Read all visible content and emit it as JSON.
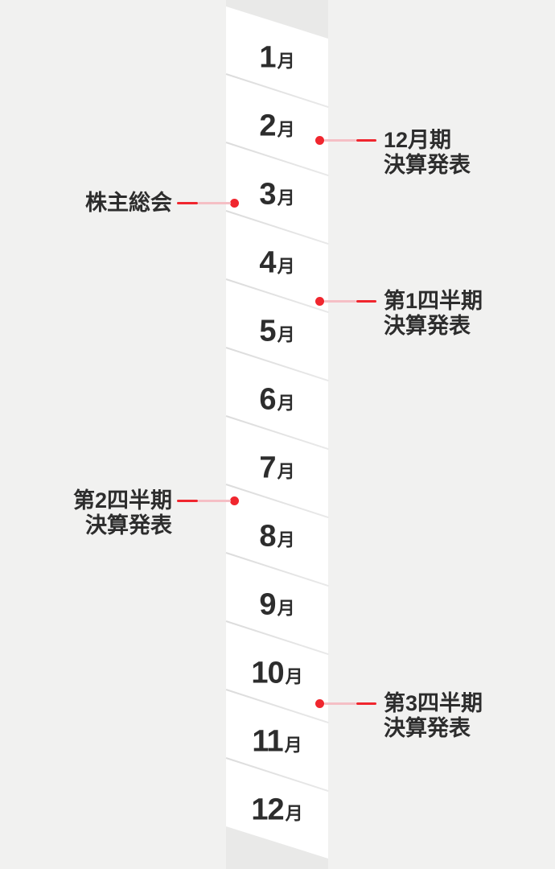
{
  "colors": {
    "bg": "#f1f1f0",
    "band": "#ffffff",
    "cap": "#e9e9e8",
    "divider": "#dcdcdc",
    "red": "#f0262e",
    "pink": "#f5bfc5",
    "text": "#2d2d2d"
  },
  "timeline": {
    "unit": "月",
    "months": [
      {
        "num": "1",
        "unit": "月"
      },
      {
        "num": "2",
        "unit": "月"
      },
      {
        "num": "3",
        "unit": "月"
      },
      {
        "num": "4",
        "unit": "月"
      },
      {
        "num": "5",
        "unit": "月"
      },
      {
        "num": "6",
        "unit": "月"
      },
      {
        "num": "7",
        "unit": "月"
      },
      {
        "num": "8",
        "unit": "月"
      },
      {
        "num": "9",
        "unit": "月"
      },
      {
        "num": "10",
        "unit": "月"
      },
      {
        "num": "11",
        "unit": "月"
      },
      {
        "num": "12",
        "unit": "月"
      }
    ]
  },
  "events": [
    {
      "line1": "12月期",
      "line2": "決算発表"
    },
    {
      "line1": "株主総会"
    },
    {
      "line1": "第1四半期",
      "line2": "決算発表"
    },
    {
      "line1": "第2四半期",
      "line2": "決算発表"
    },
    {
      "line1": "第3四半期",
      "line2": "決算発表"
    }
  ]
}
